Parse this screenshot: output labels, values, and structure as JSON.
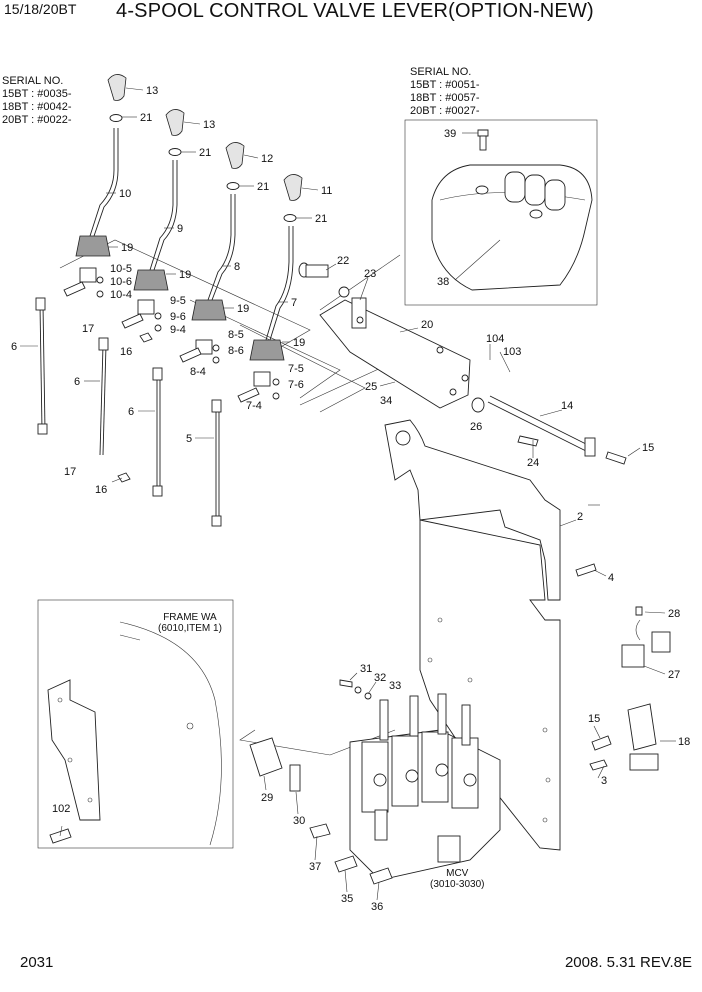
{
  "header": {
    "model": "15/18/20BT",
    "title": "4-SPOOL CONTROL VALVE LEVER(OPTION-NEW)"
  },
  "serial_left": "SERIAL NO.\n15BT : #0035-\n18BT : #0042-\n20BT : #0022-",
  "serial_right": "SERIAL NO.\n15BT : #0051-\n18BT : #0057-\n20BT : #0027-",
  "frame_label": "FRAME WA\n(6010,ITEM 1)",
  "mcv_label": "MCV\n(3010-3030)",
  "footer": {
    "page_number": "2031",
    "revision": "2008. 5.31  REV.8E"
  },
  "callouts": {
    "c13a": "13",
    "c21a": "21",
    "c13b": "13",
    "c21b": "21",
    "c12": "12",
    "c21c": "21",
    "c11": "11",
    "c21d": "21",
    "c10": "10",
    "c9": "9",
    "c8": "8",
    "c7": "7",
    "c19a": "19",
    "c19b": "19",
    "c19c": "19",
    "c19d": "19",
    "c10_5": "10-5",
    "c10_6": "10-6",
    "c10_4": "10-4",
    "c9_5": "9-5",
    "c9_6": "9-6",
    "c9_4": "9-4",
    "c8_5": "8-5",
    "c8_6": "8-6",
    "c8_4": "8-4",
    "c7_5": "7-5",
    "c7_6": "7-6",
    "c7_4": "7-4",
    "c6a": "6",
    "c6b": "6",
    "c6c": "6",
    "c5": "5",
    "c17a": "17",
    "c17b": "17",
    "c16a": "16",
    "c16b": "16",
    "c22": "22",
    "c23": "23",
    "c20": "20",
    "c104": "104",
    "c103": "103",
    "c25": "25",
    "c34": "34",
    "c26": "26",
    "c14": "14",
    "c24": "24",
    "c15a": "15",
    "c2": "2",
    "c4": "4",
    "c28": "28",
    "c27": "27",
    "c15b": "15",
    "c18": "18",
    "c3": "3",
    "c31": "31",
    "c32": "32",
    "c33": "33",
    "c29": "29",
    "c30": "30",
    "c37": "37",
    "c35": "35",
    "c36": "36",
    "c102": "102",
    "c39": "39",
    "c38": "38"
  }
}
